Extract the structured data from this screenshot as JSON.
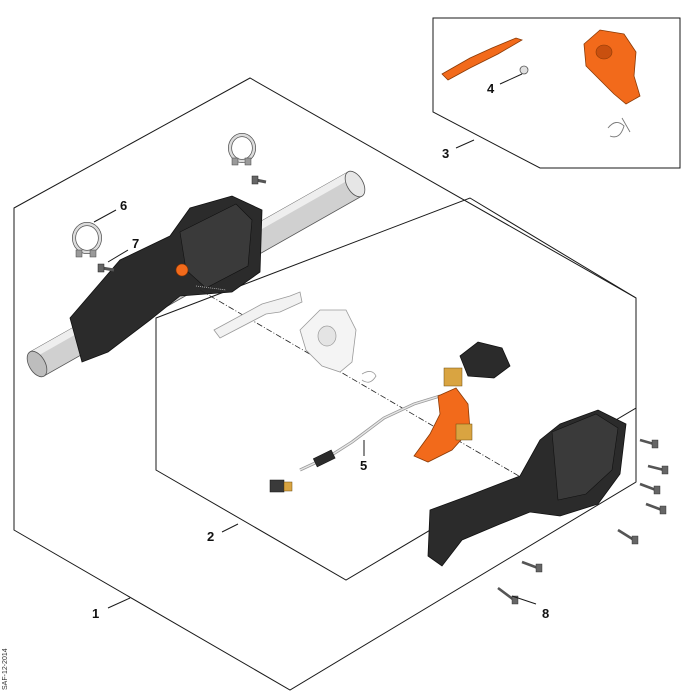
{
  "callouts": {
    "c1": "1",
    "c2": "2",
    "c3": "3",
    "c4": "4",
    "c5": "5",
    "c6": "6",
    "c7": "7",
    "c8": "8"
  },
  "stamp_text": "SAF-12-2014",
  "colors": {
    "orange": "#f26a1b",
    "black_part": "#2b2b2b",
    "grey_tube": "#c9c9c9",
    "line": "#1a1a1a"
  }
}
